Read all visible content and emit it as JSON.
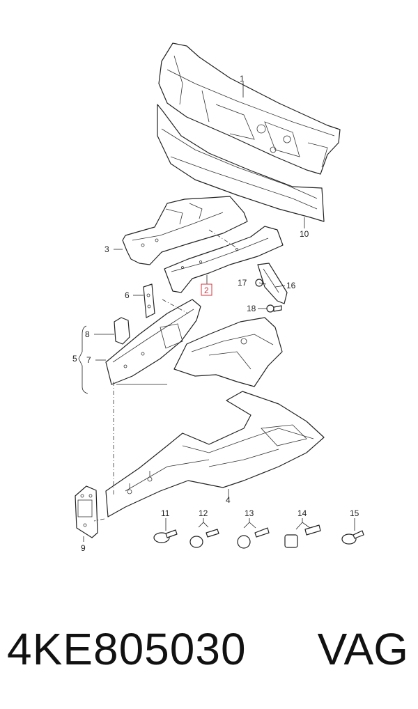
{
  "diagram": {
    "callouts": [
      "1",
      "2",
      "3",
      "4",
      "5",
      "6",
      "7",
      "8",
      "9",
      "10",
      "11",
      "12",
      "13",
      "14",
      "15",
      "16",
      "17",
      "18"
    ],
    "highlighted_callout": "2"
  },
  "footer": {
    "part_number": "4KE805030",
    "brand": "VAG"
  },
  "colors": {
    "line": "#222222",
    "highlight": "#d8343f",
    "background": "#ffffff"
  }
}
